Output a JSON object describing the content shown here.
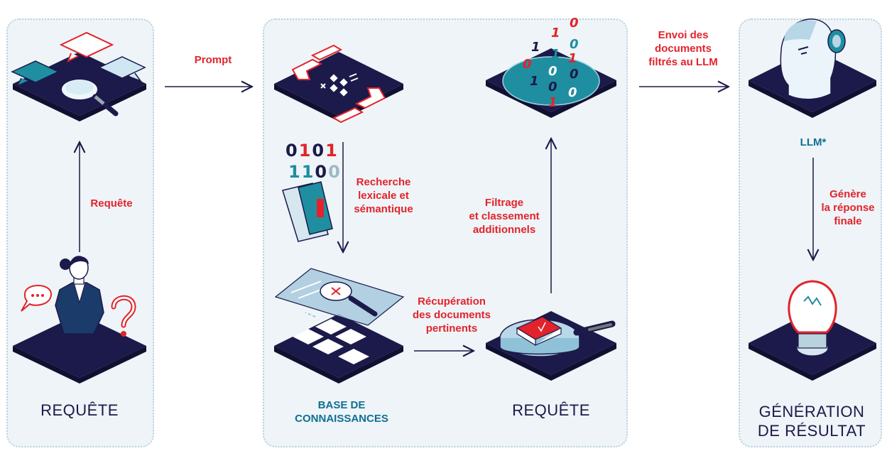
{
  "labels": {
    "prompt": "Prompt",
    "requete_arrow": "Requête",
    "recherche": [
      "Recherche",
      "lexicale et",
      "sémantique"
    ],
    "recuperation": [
      "Récupération",
      "des documents",
      "pertinents"
    ],
    "filtrage": [
      "Filtrage",
      "et classement",
      "additionnels"
    ],
    "envoi": [
      "Envoi des",
      "documents",
      "filtrés au LLM"
    ],
    "genere": [
      "Génère",
      "la réponse",
      "finale"
    ]
  },
  "titles": {
    "requete_left": "REQUÊTE",
    "base": [
      "BASE DE",
      "CONNAISSANCES"
    ],
    "requete_mid": "REQUÊTE",
    "llm": "LLM*",
    "generation": [
      "GÉNÉRATION",
      "DE RÉSULTAT"
    ]
  },
  "binary": {
    "document_rows": [
      "0101",
      "1100"
    ],
    "portal_digits": [
      "0",
      "1",
      "0",
      "1",
      "1",
      "0",
      "1",
      "0",
      "0",
      "1",
      "0",
      "0",
      "0",
      "1"
    ]
  },
  "colors": {
    "navy": "#1b1a4a",
    "red": "#e2232b",
    "teal": "#0f6f94",
    "panel": "#eef4f7",
    "accent_teal": "#1f8ea0"
  }
}
